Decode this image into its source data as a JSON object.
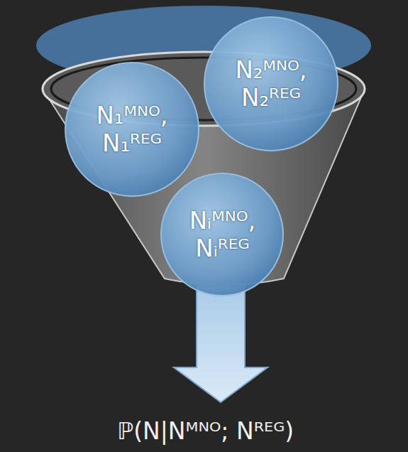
{
  "diagram": {
    "nodes": [
      {
        "text": [
          "N₁ᴹᴺᴼ, N₁ᴿᴱᴳ"
        ]
      },
      {
        "text": [
          "N₂ᴹᴺᴼ, N₂ᴿᴱᴳ"
        ]
      },
      {
        "text": [
          "Nᵢᴹᴺᴼ, Nᵢᴿᴱᴳ"
        ]
      }
    ],
    "labels": [
      "ℙ(N|Nᴹᴺᴼ; Nᴿᴱᴳ)"
    ]
  }
}
